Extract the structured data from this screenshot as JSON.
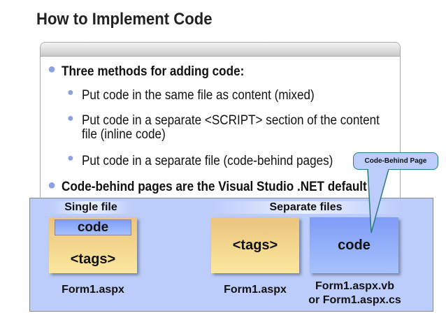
{
  "title": "How to Implement Code",
  "bullets": [
    {
      "text": "Three methods for adding code:",
      "sub": [
        "Put code in the same file as content (mixed)",
        "Put code in a separate <SCRIPT> section of the content file (inline code)",
        "Put code in a separate file (code-behind pages)"
      ]
    },
    {
      "text": "Code-behind pages are the Visual Studio .NET default"
    }
  ],
  "diagram": {
    "single_header": "Single file",
    "separate_header": "Separate files",
    "single_code": "code",
    "single_tags": "<tags>",
    "single_label": "Form1.aspx",
    "sep_tags": "<tags>",
    "sep_tags_label": "Form1.aspx",
    "sep_code": "code",
    "sep_code_label_1": "Form1.aspx.vb",
    "sep_code_label_2": "or Form1.aspx.cs",
    "callout": "Code-Behind Page"
  },
  "colors": {
    "panel": "#bccdfb",
    "tan": "#fbe79d",
    "code_blue": "#7f9cf8"
  }
}
